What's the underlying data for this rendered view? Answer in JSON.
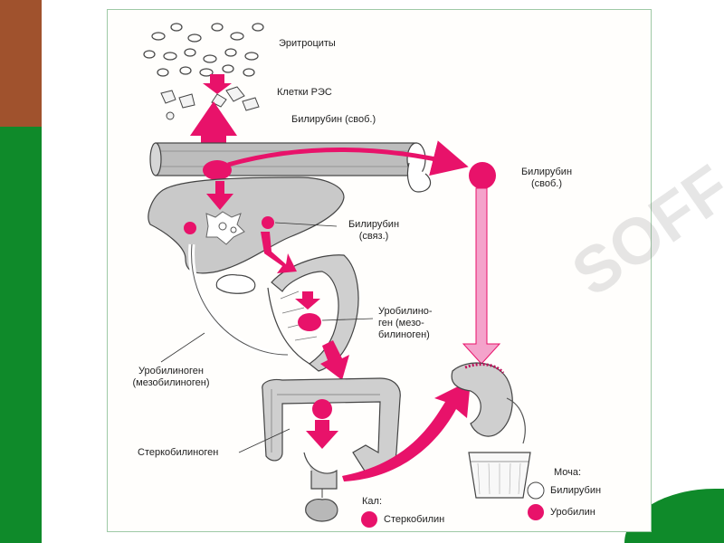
{
  "colors": {
    "accent": "#e8126a",
    "organ_fill": "#c9c9c9",
    "background_band": "#0f8a2a",
    "brown_band": "#a0522d"
  },
  "labels": {
    "erythrocytes": "Эритроциты",
    "res_cells": "Клетки РЭС",
    "bilirubin_free": "Билирубин (своб.)",
    "bilirubin_free_right_1": "Билирубин",
    "bilirubin_free_right_2": "(своб.)",
    "bilirubin_bound_1": "Билирубин",
    "bilirubin_bound_2": "(связ.)",
    "urobilinogen_meso_1": "Уробилино-",
    "urobilinogen_meso_2": "ген (мезо-",
    "urobilinogen_meso_3": "билиноген)",
    "urobilinogen_left_1": "Уробилиноген",
    "urobilinogen_left_2": "(мезобилиноген)",
    "stercobilinogen": "Стеркобилиноген"
  },
  "legend": {
    "urine_title": "Моча:",
    "urine_items": [
      {
        "label": "Билирубин",
        "marker": "white-circle"
      },
      {
        "label": "Уробилин",
        "marker": "pink-circle"
      }
    ],
    "feces_title": "Кал:",
    "feces_items": [
      {
        "label": "Стеркобилин",
        "marker": "pink-circle"
      }
    ]
  },
  "watermark": "SOFF"
}
